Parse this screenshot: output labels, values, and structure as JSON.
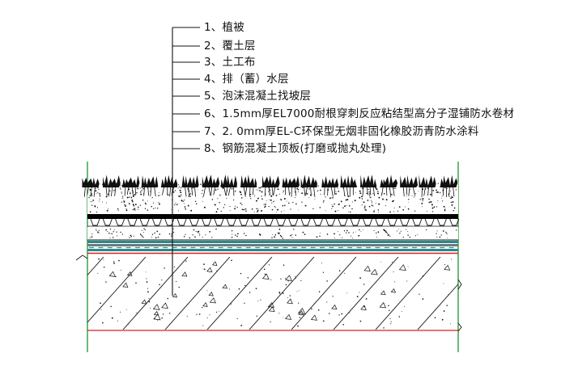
{
  "diagram": {
    "layers": [
      {
        "label": "1、植被"
      },
      {
        "label": "2、覆土层"
      },
      {
        "label": "3、土工布"
      },
      {
        "label": "4、排（蓄）水层"
      },
      {
        "label": "5、泡沫混凝土找坡层"
      },
      {
        "label": "6、1.5mm厚EL7000耐根穿刺反应粘结型高分子湿铺防水卷材"
      },
      {
        "label": "7、2. 0mm厚EL-C环保型无烟非固化橡胶沥青防水涂料"
      },
      {
        "label": "8、钢筋混凝土顶板(打磨或抛丸处理)"
      }
    ],
    "colors": {
      "line": "#111111",
      "wall": "#2e9e3c",
      "membrane": "#d42020",
      "coating": "#2a8a8a",
      "drainage_band": "#000000"
    }
  }
}
